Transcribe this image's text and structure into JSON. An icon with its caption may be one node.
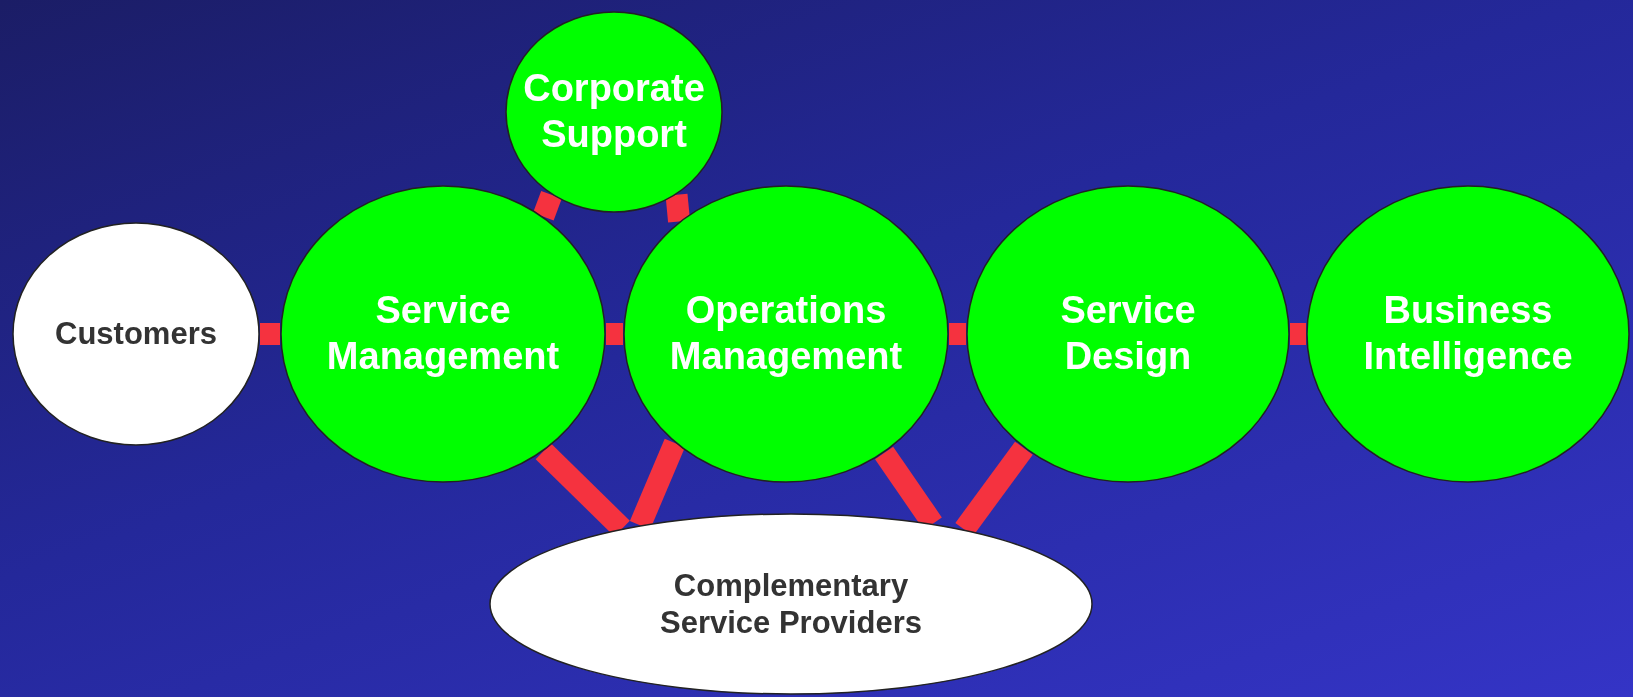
{
  "diagram": {
    "nodes": [
      {
        "text": [
          "Corporate Support"
        ]
      },
      {
        "text": [
          "Customers"
        ]
      },
      {
        "text": [
          "Service Management"
        ]
      },
      {
        "text": [
          "Operations Management"
        ]
      },
      {
        "text": [
          "Service Design"
        ]
      },
      {
        "text": [
          "Business Intelligence"
        ]
      },
      {
        "text": [
          "Complementary Service Providers"
        ]
      }
    ],
    "edges": [
      {
        "from": 1,
        "to": 2,
        "arrow": "none"
      },
      {
        "from": 2,
        "to": 3,
        "arrow": "none"
      },
      {
        "from": 3,
        "to": 4,
        "arrow": "none"
      },
      {
        "from": 4,
        "to": 5,
        "arrow": "none"
      },
      {
        "from": 0,
        "to": 2,
        "arrow": "none"
      },
      {
        "from": 0,
        "to": 3,
        "arrow": "none"
      },
      {
        "from": 2,
        "to": 6,
        "arrow": "none"
      },
      {
        "from": 3,
        "to": 6,
        "arrow": "none"
      },
      {
        "from": 3,
        "to": 6,
        "arrow": "none"
      },
      {
        "from": 4,
        "to": 6,
        "arrow": "none"
      }
    ]
  }
}
